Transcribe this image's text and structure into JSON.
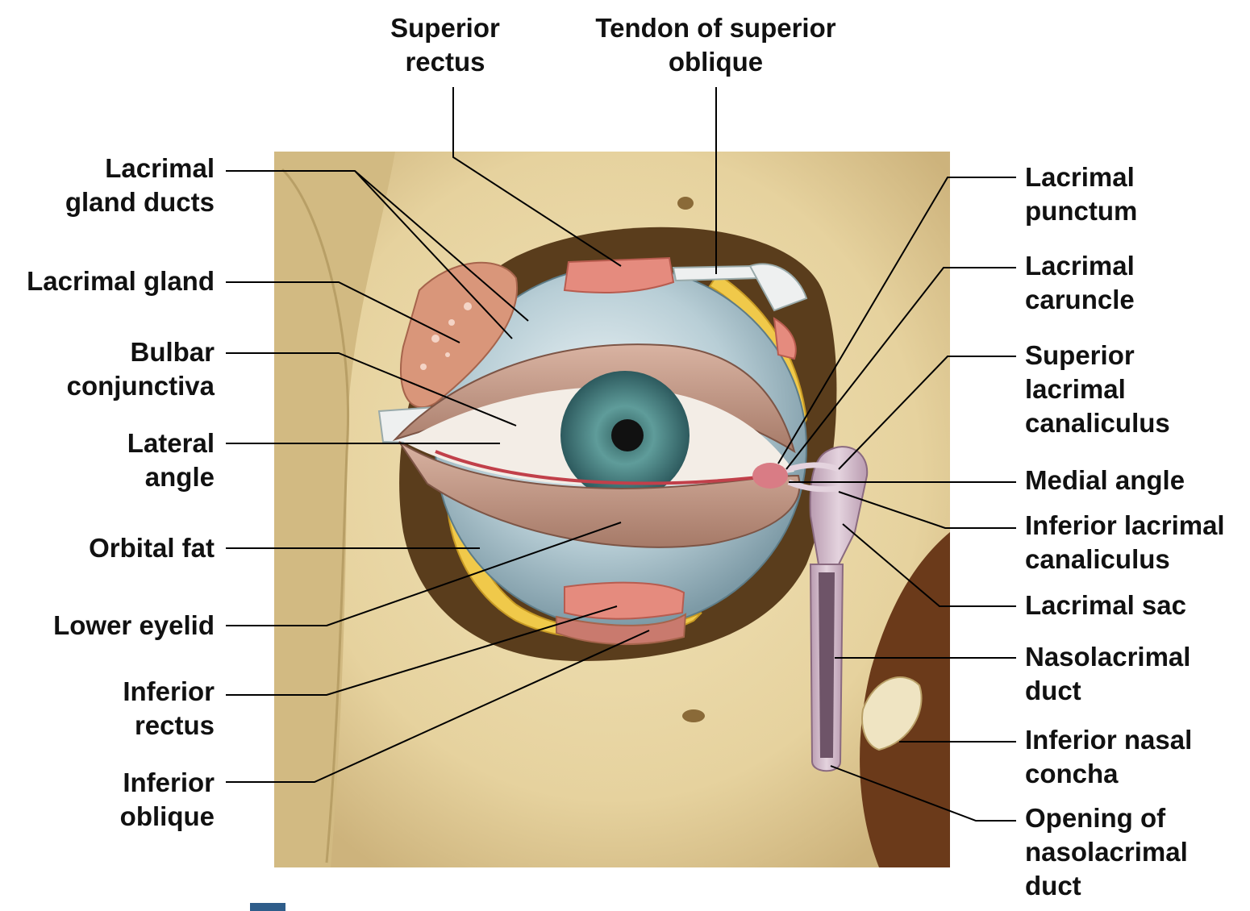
{
  "labels": {
    "superior_rectus": [
      "Superior",
      "rectus"
    ],
    "tendon_superior_oblique": [
      "Tendon of superior",
      "oblique"
    ],
    "lacrimal_gland_ducts": [
      "Lacrimal",
      "gland ducts"
    ],
    "lacrimal_gland": [
      "Lacrimal gland"
    ],
    "bulbar_conjunctiva": [
      "Bulbar",
      "conjunctiva"
    ],
    "lateral_angle": [
      "Lateral",
      "angle"
    ],
    "orbital_fat": [
      "Orbital fat"
    ],
    "lower_eyelid": [
      "Lower eyelid"
    ],
    "inferior_rectus": [
      "Inferior",
      "rectus"
    ],
    "inferior_oblique": [
      "Inferior",
      "oblique"
    ],
    "lacrimal_punctum": [
      "Lacrimal",
      "punctum"
    ],
    "lacrimal_caruncle": [
      "Lacrimal",
      "caruncle"
    ],
    "superior_lacrimal_canaliculus": [
      "Superior",
      "lacrimal",
      "canaliculus"
    ],
    "medial_angle": [
      "Medial angle"
    ],
    "inferior_lacrimal_canaliculus": [
      "Inferior lacrimal",
      "canaliculus"
    ],
    "lacrimal_sac": [
      "Lacrimal sac"
    ],
    "nasolacrimal_duct": [
      "Nasolacrimal",
      "duct"
    ],
    "inferior_nasal_concha": [
      "Inferior nasal",
      "concha"
    ],
    "opening_nasolacrimal_duct": [
      "Opening of",
      "nasolacrimal",
      "duct"
    ]
  },
  "colors": {
    "bone": "#e8d7a6",
    "bone_shadow": "#c9b27a",
    "orbit_dark": "#4a3418",
    "sclera_blue": "#b8ced6",
    "muscle_red": "#e58b7e",
    "fat_yellow": "#f0c94a",
    "eyelid_skin": "#c59a86",
    "iris": "#3f7f80",
    "sac_pink": "#cdb3c4",
    "cavity_brown": "#6b3a1a"
  }
}
